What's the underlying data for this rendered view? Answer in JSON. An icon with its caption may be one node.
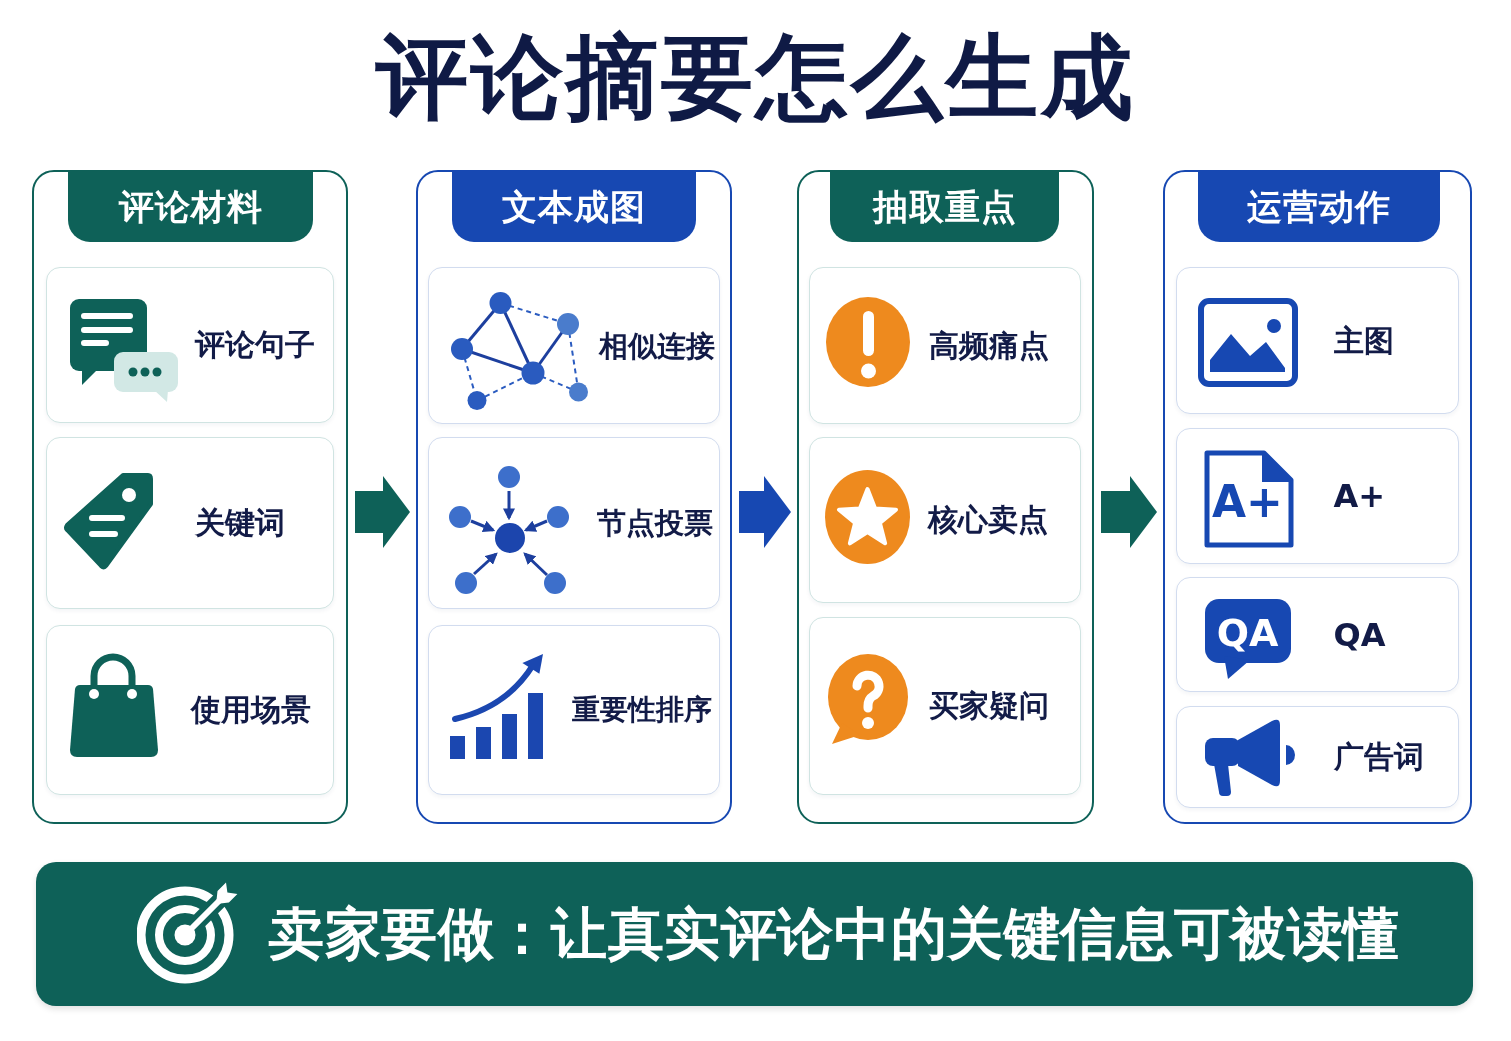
{
  "diagram": {
    "title": "评论摘要怎么生成",
    "nodes": [
      {
        "text": [
          "评论材料"
        ]
      },
      {
        "text": [
          "评论句子"
        ],
        "in": 0
      },
      {
        "text": [
          "关键词"
        ],
        "in": 0
      },
      {
        "text": [
          "使用场景"
        ],
        "in": 0
      },
      {
        "text": [
          "文本成图"
        ]
      },
      {
        "text": [
          "相似连接"
        ],
        "in": 4
      },
      {
        "text": [
          "节点投票"
        ],
        "in": 4
      },
      {
        "text": [
          "重要性排序"
        ],
        "in": 4
      },
      {
        "text": [
          "抽取重点"
        ]
      },
      {
        "text": [
          "高频痛点"
        ],
        "in": 8
      },
      {
        "text": [
          "核心卖点"
        ],
        "in": 8
      },
      {
        "text": [
          "买家疑问"
        ],
        "in": 8
      },
      {
        "text": [
          "运营动作"
        ]
      },
      {
        "text": [
          "主图"
        ],
        "in": 12
      },
      {
        "text": [
          "A+"
        ],
        "in": 12
      },
      {
        "text": [
          "QA"
        ],
        "in": 12
      },
      {
        "text": [
          "广告词"
        ],
        "in": 12
      },
      {
        "text": [
          "卖家要做：让真实评论中的关键信息可被读懂"
        ]
      }
    ],
    "edges": [
      {
        "from": 0,
        "to": 4,
        "arrow": "to"
      },
      {
        "from": 4,
        "to": 8,
        "arrow": "to",
        "color": "#1748b2"
      },
      {
        "from": 8,
        "to": 12,
        "arrow": "to"
      }
    ],
    "labels": [
      "A+",
      "QA"
    ]
  }
}
